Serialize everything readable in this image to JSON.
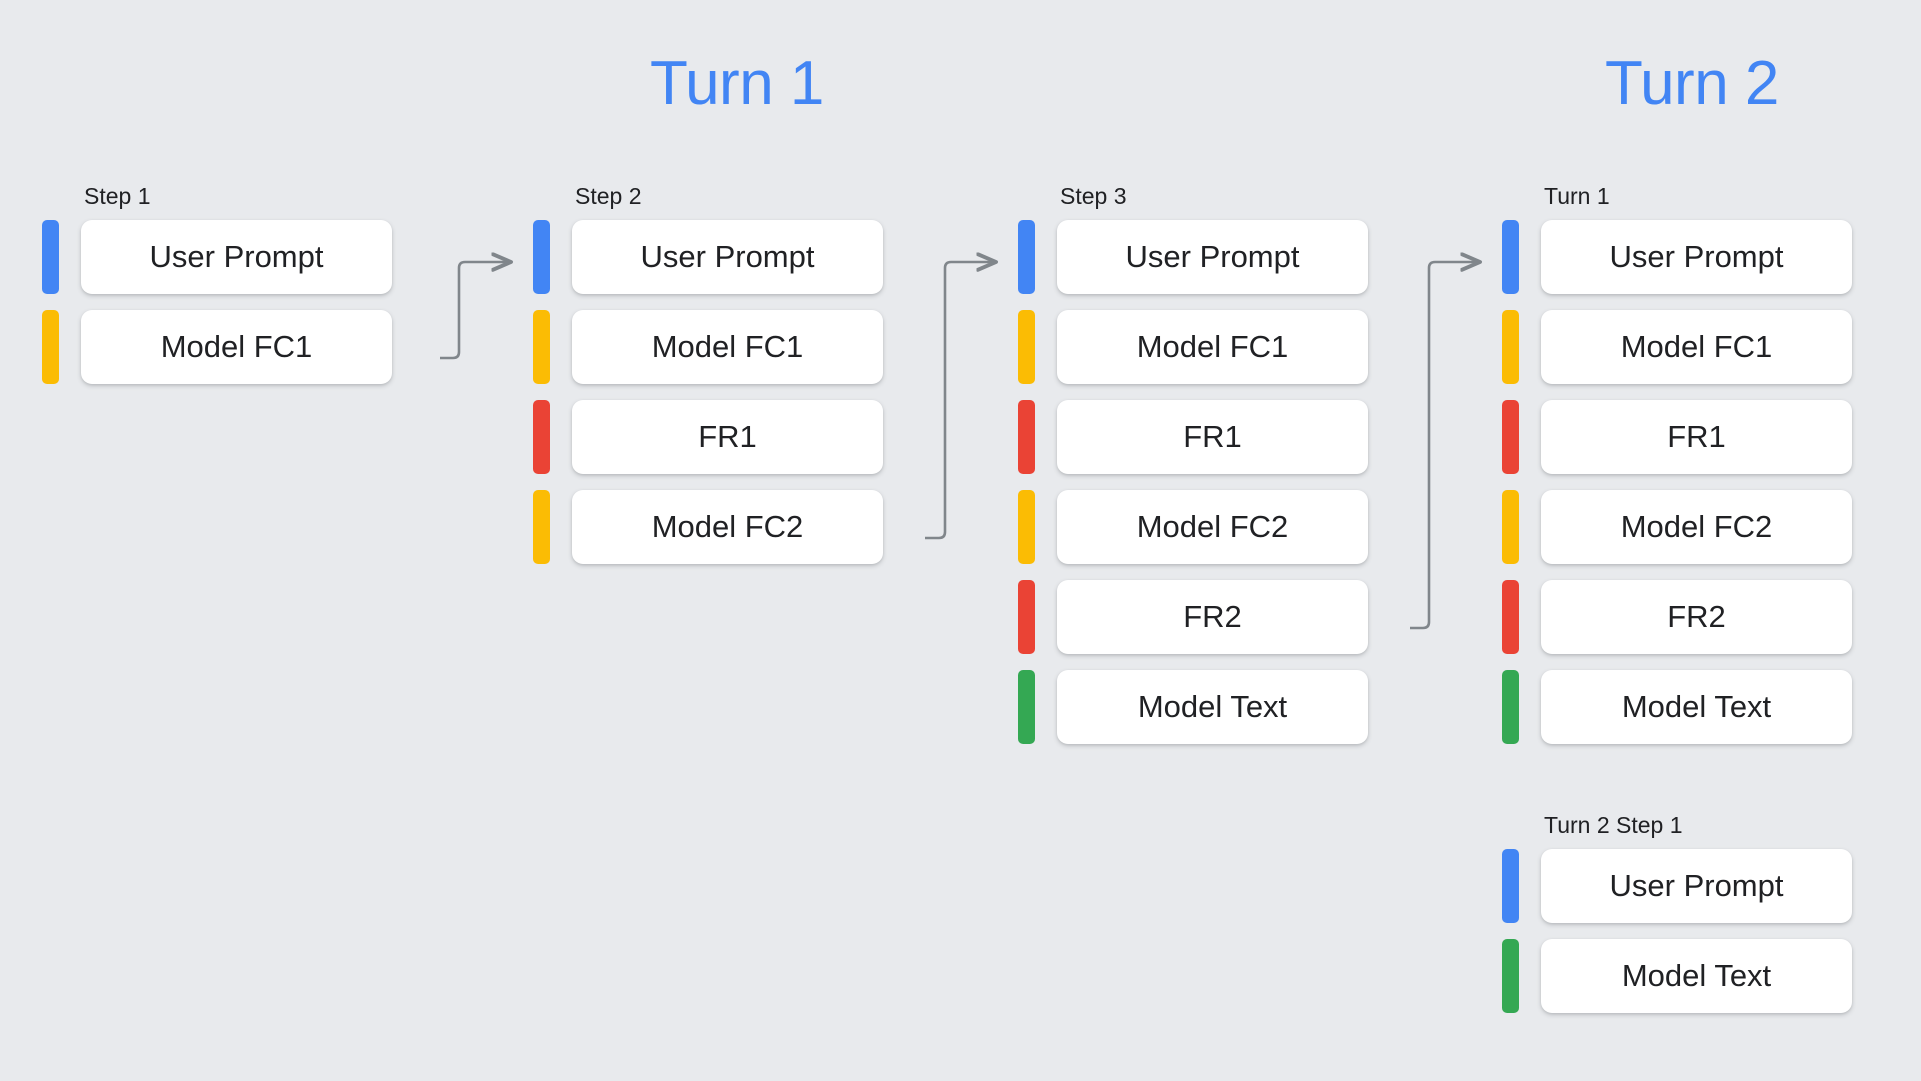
{
  "page": {
    "background_color": "#e8eaed"
  },
  "palette": {
    "blue": "#4285f4",
    "yellow": "#fbbc04",
    "red": "#ea4335",
    "green": "#34a853",
    "card_bg": "#ffffff",
    "text": "#202124",
    "arrow": "#80868b"
  },
  "headers": {
    "turn_1": "Turn 1",
    "turn_2": "Turn 2"
  },
  "columns": [
    {
      "id": "step-1",
      "label": "Step 1",
      "rows": [
        {
          "label": "User Prompt",
          "color": "#4285f4",
          "color_name": "blue"
        },
        {
          "label": "Model FC1",
          "color": "#fbbc04",
          "color_name": "yellow"
        }
      ]
    },
    {
      "id": "step-2",
      "label": "Step 2",
      "rows": [
        {
          "label": "User Prompt",
          "color": "#4285f4",
          "color_name": "blue"
        },
        {
          "label": "Model FC1",
          "color": "#fbbc04",
          "color_name": "yellow"
        },
        {
          "label": "FR1",
          "color": "#ea4335",
          "color_name": "red"
        },
        {
          "label": "Model FC2",
          "color": "#fbbc04",
          "color_name": "yellow"
        }
      ]
    },
    {
      "id": "step-3",
      "label": "Step 3",
      "rows": [
        {
          "label": "User Prompt",
          "color": "#4285f4",
          "color_name": "blue"
        },
        {
          "label": "Model FC1",
          "color": "#fbbc04",
          "color_name": "yellow"
        },
        {
          "label": "FR1",
          "color": "#ea4335",
          "color_name": "red"
        },
        {
          "label": "Model FC2",
          "color": "#fbbc04",
          "color_name": "yellow"
        },
        {
          "label": "FR2",
          "color": "#ea4335",
          "color_name": "red"
        },
        {
          "label": "Model Text",
          "color": "#34a853",
          "color_name": "green"
        }
      ]
    },
    {
      "id": "turn-1",
      "label": "Turn 1",
      "rows": [
        {
          "label": "User Prompt",
          "color": "#4285f4",
          "color_name": "blue"
        },
        {
          "label": "Model FC1",
          "color": "#fbbc04",
          "color_name": "yellow"
        },
        {
          "label": "FR1",
          "color": "#ea4335",
          "color_name": "red"
        },
        {
          "label": "Model FC2",
          "color": "#fbbc04",
          "color_name": "yellow"
        },
        {
          "label": "FR2",
          "color": "#ea4335",
          "color_name": "red"
        },
        {
          "label": "Model Text",
          "color": "#34a853",
          "color_name": "green"
        }
      ]
    },
    {
      "id": "turn-2-step-1",
      "label": "Turn 2 Step 1",
      "rows": [
        {
          "label": "User Prompt",
          "color": "#4285f4",
          "color_name": "blue"
        },
        {
          "label": "Model Text",
          "color": "#34a853",
          "color_name": "green"
        }
      ]
    }
  ],
  "connectors": [
    {
      "id": "step-1-to-step-2",
      "from": "step-1/Model FC1",
      "to": "step-2/User Prompt"
    },
    {
      "id": "step-2-to-step-3",
      "from": "step-2/Model FC2",
      "to": "step-3/User Prompt"
    },
    {
      "id": "step-3-to-turn-1",
      "from": "step-3/FR2",
      "to": "turn-1/User Prompt"
    }
  ]
}
